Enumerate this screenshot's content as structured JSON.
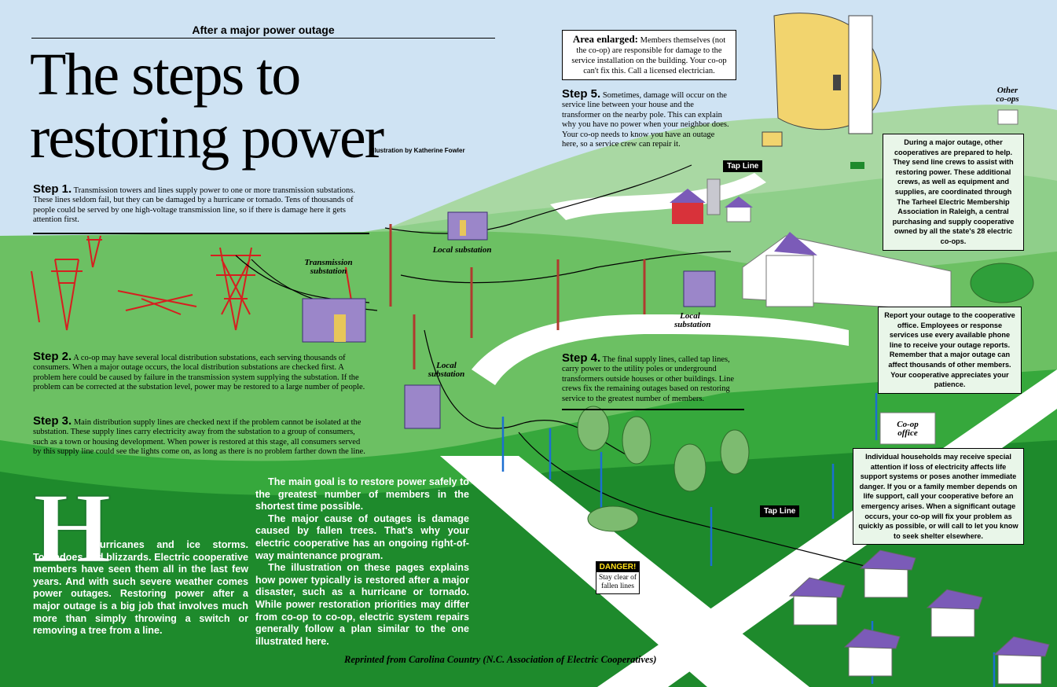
{
  "header": {
    "kicker": "After a major power outage",
    "title_line1": "The steps to",
    "title_line2": "restoring power",
    "credit": "Illustration by Katherine Fowler"
  },
  "steps": [
    {
      "label": "Step 1.",
      "text": "Transmission towers and lines supply power to one or more transmission substations. These lines seldom fail, but they can be damaged by a hurricane or tornado. Tens of thousands of people could be served by one high-voltage transmission line, so if there is damage here it gets attention first."
    },
    {
      "label": "Step 2.",
      "text": "A co-op may have several local distribution substations, each serving thousands of consumers. When a major outage occurs, the local distribution substations are checked first. A problem here could be caused by failure in the transmission system supplying the substation. If the problem can be corrected at the substation level, power may be restored to a large number of people."
    },
    {
      "label": "Step 3.",
      "text": "Main distribution supply lines are checked next if the problem cannot be isolated at the substation. These supply lines carry electricity away from the substation to a group of consumers, such as a town or housing development. When power is restored at this stage, all consumers served by this supply line could see the lights come on, as long as there is no problem farther down the line."
    },
    {
      "label": "Step 4.",
      "text": "The final supply lines, called tap lines, carry power to the utility poles or underground transformers outside houses or other buildings. Line crews fix the remaining outages based on restoring service to the greatest number of members."
    },
    {
      "label": "Step 5.",
      "text": "Sometimes, damage will occur on the service line between your house and the transformer on the nearby pole. This can explain why you have no power when your neighbor does. Your co-op needs to know you have an outage here, so a service crew can repair it."
    }
  ],
  "area_enlarged": {
    "label": "Area enlarged:",
    "text": "Members themselves (not the co-op) are responsible for damage to the service installation on the building. Your co-op can't fix this. Call a licensed electrician."
  },
  "notes": {
    "other_coops": "During a major outage, other cooperatives are prepared to help. They send line crews to assist with restoring power. These additional crews, as well as equipment and supplies, are coordinated through The Tarheel Electric Membership Association in Raleigh, a central purchasing and supply cooperative owned by all the state's 28 electric co-ops.",
    "report": "Report your outage to the cooperative office. Employees or response services use every available phone line to receive your outage reports. Remember that a major outage can affect thousands of other members. Your cooperative appreciates your patience.",
    "households": "Individual households may receive special attention if loss of electricity affects life support systems or poses another immediate danger. If you or a family member depends on life support, call your cooperative before an emergency arises. When a significant outage occurs, your co-op will fix your problem as quickly as possible, or will call to let you know to seek shelter elsewhere."
  },
  "labels": {
    "transmission_substation": "Transmission substation",
    "local_substation": "Local substation",
    "other_coops": "Other co-ops",
    "coop_office": "Co-op office",
    "tap_line": "Tap Line"
  },
  "danger": {
    "title": "DANGER!",
    "text": "Stay clear of fallen lines"
  },
  "intro": {
    "dropcap": "H",
    "col1": "urricanes and ice storms. Tornadoes and blizzards. Electric cooperative members have seen them all in the last few years. And with such severe weather comes power outages. Restoring power after a major outage is a big job that involves much more than simply throwing a switch or removing a tree from a line.",
    "col2_p1": "The main goal is to restore power safely to the greatest number of members in the shortest time possible.",
    "col2_p2": "The major cause of outages is damage caused by fallen trees. That's why your electric cooperative has an ongoing right-of-way maintenance program.",
    "col2_p3": "The illustration on these pages explains how power typically is restored after a major disaster, such as a hurricane or tornado. While power restoration priorities may differ from co-op to co-op, electric system repairs generally follow a plan similar to the one illustrated here."
  },
  "footer": "Reprinted from Carolina Country (N.C. Association of Electric Cooperatives)",
  "colors": {
    "sky": "#cfe3f3",
    "green_dark": "#1e8a2c",
    "green_mid": "#43a845",
    "green_light": "#8fcf8a",
    "tower_red": "#d61f1f",
    "roof_purple": "#7b5bb8",
    "pole_blue": "#1b6fd1"
  }
}
